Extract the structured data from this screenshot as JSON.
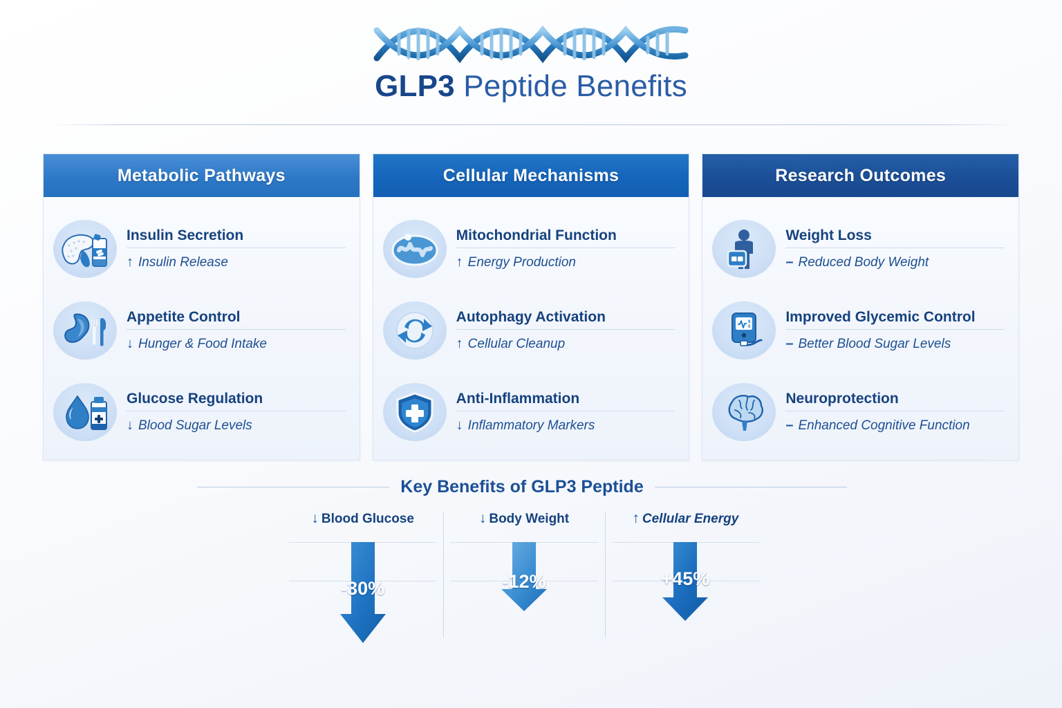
{
  "header": {
    "title_strong": "GLP3",
    "title_rest": " Peptide Benefits",
    "dna_icon": "dna-helix-icon"
  },
  "columns": [
    {
      "header": "Metabolic Pathways",
      "header_color": "#3b83cf",
      "entries": [
        {
          "icon": "pancreas-vial-icon",
          "title": "Insulin Secretion",
          "marker": "↑",
          "sub": "Insulin Release"
        },
        {
          "icon": "stomach-cutlery-icon",
          "title": "Appetite Control",
          "marker": "↓",
          "sub": "Hunger & Food Intake"
        },
        {
          "icon": "blood-drop-bottle-icon",
          "title": "Glucose Regulation",
          "marker": "↓",
          "sub": "Blood Sugar Levels"
        }
      ]
    },
    {
      "header": "Cellular Mechanisms",
      "header_color": "#1762b4",
      "entries": [
        {
          "icon": "mitochondrion-icon",
          "title": "Mitochondrial Function",
          "marker": "↑",
          "sub": "Energy Production"
        },
        {
          "icon": "recycle-cycle-icon",
          "title": "Autophagy Activation",
          "marker": "↑",
          "sub": "Cellular Cleanup"
        },
        {
          "icon": "shield-cross-icon",
          "title": "Anti-Inflammation",
          "marker": "↓",
          "sub": "Inflammatory Markers"
        }
      ]
    },
    {
      "header": "Research Outcomes",
      "header_color": "#1d549e",
      "entries": [
        {
          "icon": "person-scale-icon",
          "title": "Weight Loss",
          "marker": "–",
          "sub": "Reduced Body Weight"
        },
        {
          "icon": "glucose-meter-icon",
          "title": "Improved Glycemic Control",
          "marker": "–",
          "sub": "Better Blood Sugar Levels"
        },
        {
          "icon": "brain-icon",
          "title": "Neuroprotection",
          "marker": "–",
          "sub": "Enhanced Cognitive Function"
        }
      ]
    }
  ],
  "chart_data": {
    "type": "bar",
    "title": "Key Benefits of GLP3 Peptide",
    "xlabel": "",
    "ylabel": "",
    "grid": true,
    "legend": "none",
    "categories": [
      "Blood Glucose",
      "Body Weight",
      "Cellular Energy"
    ],
    "values": [
      -30,
      -12,
      45
    ],
    "value_labels": [
      "-30%",
      "-12%",
      "+45%"
    ],
    "markers": [
      "↓",
      "↓",
      "↑"
    ],
    "bar_colors": [
      "#1b6ec2",
      "#4f9bdc",
      "#1569be"
    ],
    "annotations": [
      {
        "category": "Blood Glucose",
        "label": "-30%",
        "direction": "down"
      },
      {
        "category": "Body Weight",
        "label": "-12%",
        "direction": "down"
      },
      {
        "category": "Cellular Energy",
        "label": "+45%",
        "direction": "down"
      }
    ]
  }
}
